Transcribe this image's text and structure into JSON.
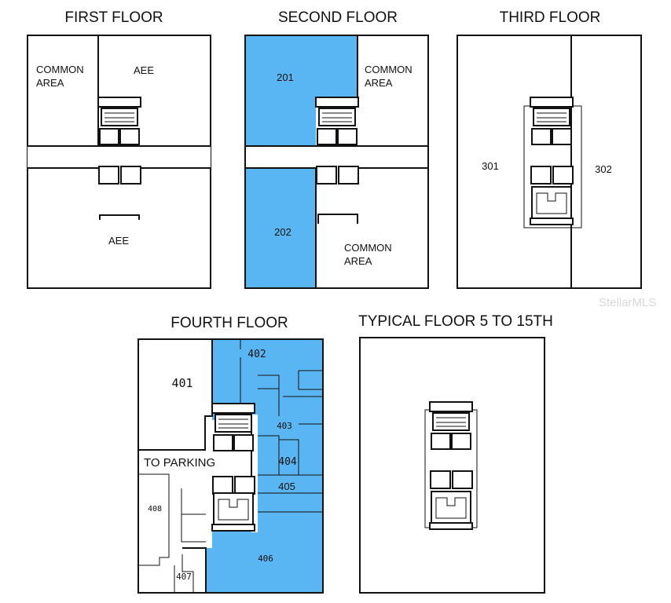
{
  "colors": {
    "leased": "#5ab6f2",
    "wall": "#111111"
  },
  "first_floor": {
    "title": "FIRST FLOOR",
    "rooms": [
      "COMMON",
      "AREA",
      "AEE",
      "AEE"
    ]
  },
  "second_floor": {
    "title": "SECOND FLOOR",
    "rooms": [
      "201",
      "COMMON",
      "AREA",
      "202",
      "COMMON",
      "AREA"
    ]
  },
  "third_floor": {
    "title": "THIRD FLOOR",
    "rooms": [
      "301",
      "302"
    ]
  },
  "fourth_floor": {
    "title": "FOURTH FLOOR",
    "rooms": [
      "401",
      "402",
      "403",
      "404",
      "405",
      "406",
      "407",
      "408"
    ],
    "corridor": "TO PARKING"
  },
  "typical_floor": {
    "title": "TYPICAL FLOOR 5 TO 15TH"
  },
  "watermark": "StellarMLS"
}
